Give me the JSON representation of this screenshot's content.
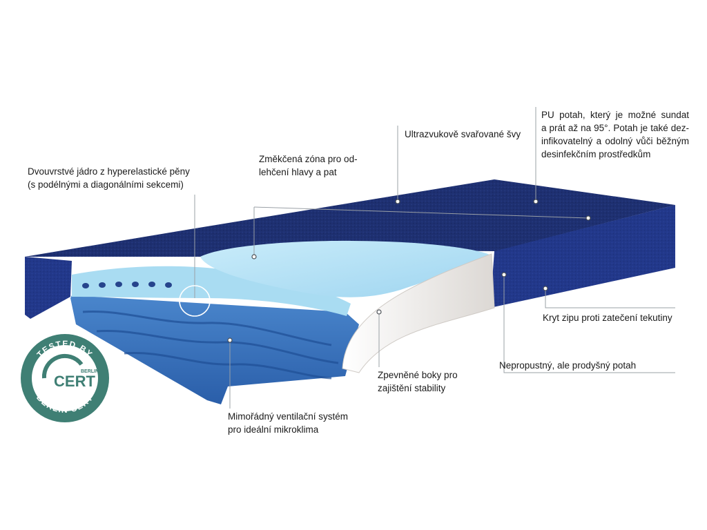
{
  "labels": {
    "core": [
      "Dvouvrstvé jádro z hyperelastické pěny",
      "(s podélnými a diagonálními sekcemi)"
    ],
    "soft_zone": [
      "Změkčená zóna pro od-",
      "lehčení hlavy a pat"
    ],
    "seams": [
      "Ultrazvukově svařované švy"
    ],
    "cover": [
      "PU potah, který je možné sundat",
      "a prát až na 95°. Potah je také dez-",
      "infikovatelný a odolný vůči běžným",
      "desinfekčním prostředkům"
    ],
    "zip": [
      "Kryt zipu proti zatečení tekutiny"
    ],
    "breathable": [
      "Nepropustný, ale prodyšný potah"
    ],
    "sides": [
      "Zpevněné boky pro",
      "zajištění stability"
    ],
    "ventilation": [
      "Mimořádný ventilační systém",
      "pro ideální mikroklima"
    ]
  },
  "badge": {
    "top_text": "TESTED BY",
    "bottom_text": "BERLIN CERT",
    "logo_text": "CERT",
    "logo_small": "BERLIN",
    "color": "#3f7f74"
  },
  "colors": {
    "cover_top": "#1d2f6e",
    "cover_side": "#23398a",
    "foam_light": "#aee0f5",
    "foam_dark": "#3b77bf",
    "edge": "#f1efed"
  }
}
